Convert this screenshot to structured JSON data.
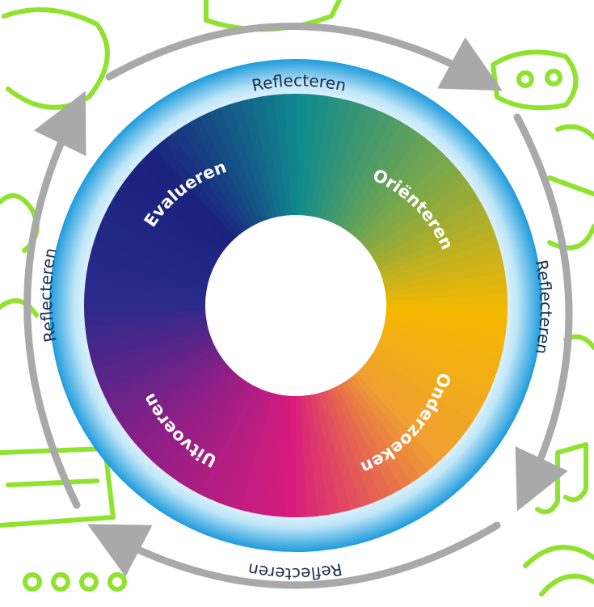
{
  "cycle": {
    "outer_labels": [
      "Reflecteren",
      "Reflecteren",
      "Reflecteren",
      "Reflecteren"
    ],
    "phases": [
      "Oriënteren",
      "Onderzoeken",
      "Uitvoeren",
      "Evalueren"
    ],
    "colors": {
      "doodle_green": "#8fe32e",
      "ring_blue": "#29a3e0",
      "arrow_gray": "#a9a9a9",
      "wheel_gradient": [
        "#0f8a8e",
        "#7aa84a",
        "#f5b800",
        "#f0a030",
        "#d81b7c",
        "#8e1f86",
        "#2a2a8a",
        "#1a237e"
      ]
    }
  }
}
